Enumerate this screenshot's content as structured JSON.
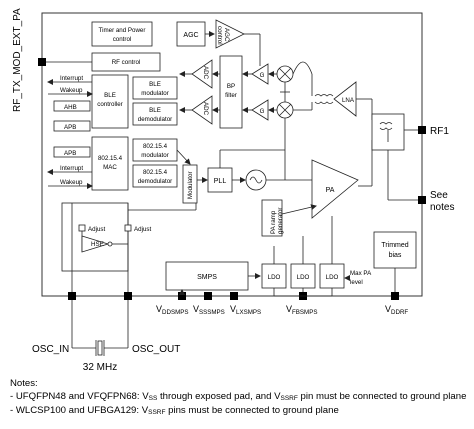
{
  "pins": {
    "rf_tx_mod_ext_pa": "RF_TX_MOD_EXT_PA",
    "rf1": "RF1",
    "see_notes_line1": "See",
    "see_notes_line2": "notes",
    "osc_in": "OSC_IN",
    "osc_out": "OSC_OUT",
    "crystal_freq": "32 MHz"
  },
  "supplies": {
    "v": "V",
    "vddsmps_sub": "DDSMPS",
    "vsssmps_sub": "SSSMPS",
    "vlxsmps_sub": "LXSMPS",
    "vfbsmps_sub": "FBSMPS",
    "vddrf_sub": "DDRF"
  },
  "blocks": {
    "timer_power_l1": "Timer and Power",
    "timer_power_l2": "control",
    "agc": "AGC",
    "agc_control_l1": "AGC",
    "agc_control_l2": "control",
    "rf_control": "RF control",
    "ble_controller_l1": "BLE",
    "ble_controller_l2": "controller",
    "ble_modulator_l1": "BLE",
    "ble_modulator_l2": "modulator",
    "ble_demodulator_l1": "BLE",
    "ble_demodulator_l2": "demodulator",
    "mac_l1": "802.15.4",
    "mac_l2": "MAC",
    "mod802_l1": "802.15.4",
    "mod802_l2": "modulator",
    "demod802_l1": "802.15.4",
    "demod802_l2": "demodulator",
    "adc1": "ADC",
    "adc2": "ADC",
    "bp_filter_l1": "BP",
    "bp_filter_l2": "filter",
    "gain1": "G",
    "gain2": "G",
    "lna": "LNA",
    "modulator": "Modulator",
    "pll": "PLL",
    "pa": "PA",
    "pa_ramp_l1": "PA ramp",
    "pa_ramp_l2": "generator",
    "hse": "HSE",
    "smps": "SMPS",
    "ldo1": "LDO",
    "ldo2": "LDO",
    "ldo3": "LDO",
    "trimmed_bias_l1": "Trimmed",
    "trimmed_bias_l2": "bias",
    "max_pa_l1": "Max PA",
    "max_pa_l2": "level"
  },
  "signals": {
    "interrupt": "Interrupt",
    "wakeup": "Wakeup",
    "interrupt2": "Interrupt",
    "wakeup2": "Wakeup",
    "ahb": "AHB",
    "apb1": "APB",
    "apb2": "APB",
    "adjust1": "Adjust",
    "adjust2": "Adjust"
  },
  "notes": {
    "title": "Notes:",
    "n1_a": "- UFQFPN48 and VFQFPN68: V",
    "n1_sub1": "SS",
    "n1_b": " through exposed pad, and V",
    "n1_sub2": "SSRF",
    "n1_c": " pin must be connected to ground plane",
    "n2_a": "- WLCSP100 and UFBGA129: V",
    "n2_sub1": "SSRF",
    "n2_b": " pins must be connected to ground plane"
  }
}
